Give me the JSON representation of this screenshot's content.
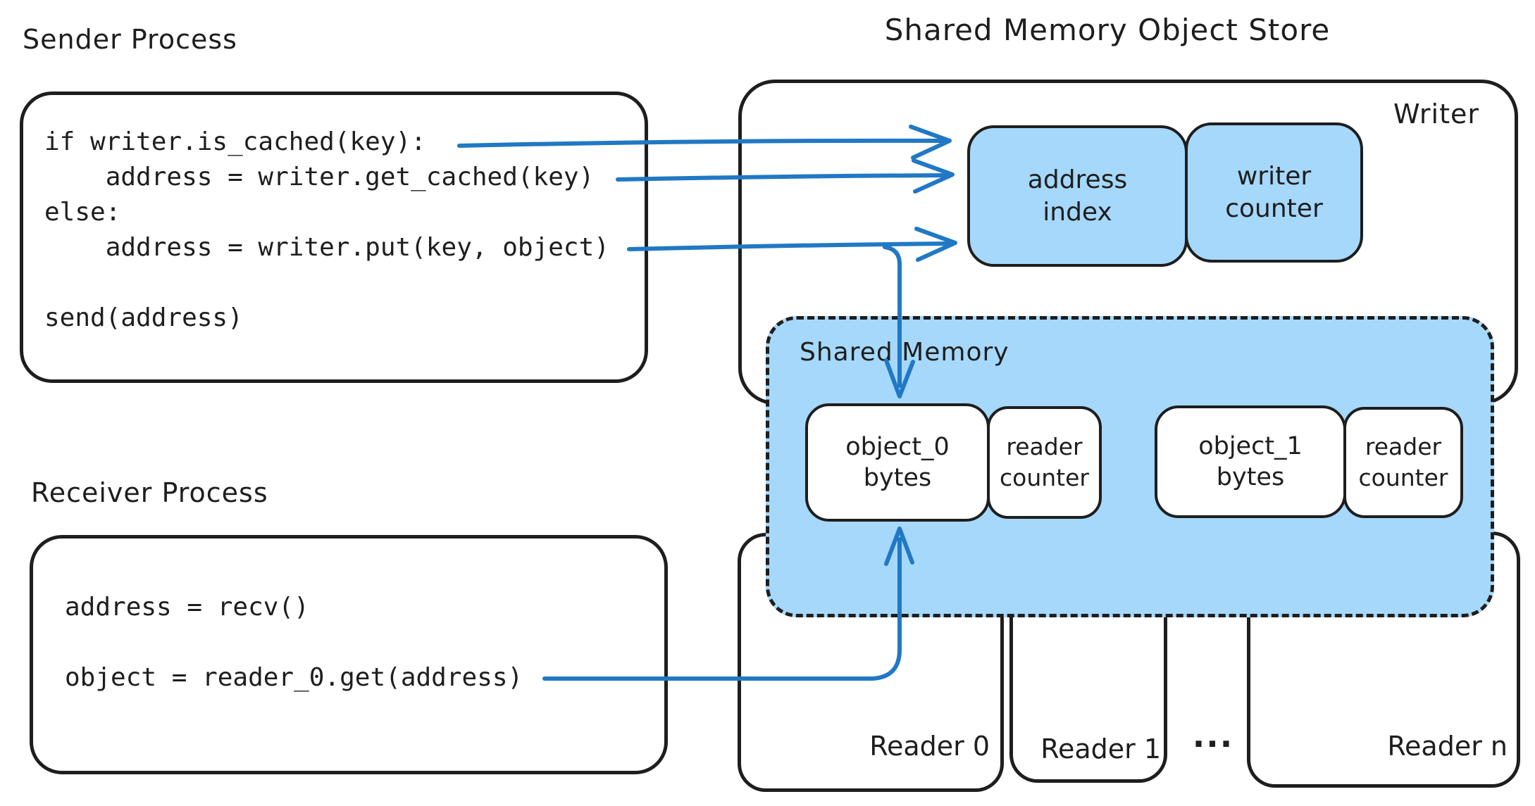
{
  "colors": {
    "arrow_blue": "#2178c4",
    "box_fill_blue": "#a5d8fa",
    "stroke_dark": "#1e1e1e",
    "background": "#ffffff"
  },
  "sender": {
    "title": "Sender Process",
    "code_lines": [
      "if writer.is_cached(key):",
      "    address = writer.get_cached(key)",
      "else:",
      "    address = writer.put(key, object)",
      "",
      "send(address)"
    ]
  },
  "receiver": {
    "title": "Receiver Process",
    "code_lines": [
      "address = recv()",
      "",
      "object = reader_0.get(address)"
    ]
  },
  "store": {
    "title": "Shared Memory Object Store",
    "writer_label": "Writer",
    "address_index": {
      "line1": "address",
      "line2": "index"
    },
    "writer_counter": {
      "line1": "writer",
      "line2": "counter"
    },
    "shared_memory": {
      "label": "Shared Memory",
      "slot0": {
        "object_line1": "object_0",
        "object_line2": "bytes",
        "counter_line1": "reader",
        "counter_line2": "counter"
      },
      "slot1": {
        "object_line1": "object_1",
        "object_line2": "bytes",
        "counter_line1": "reader",
        "counter_line2": "counter"
      }
    },
    "readers": {
      "reader0": "Reader 0",
      "reader1": "Reader 1",
      "reader_n": "Reader n",
      "ellipsis": "..."
    }
  }
}
